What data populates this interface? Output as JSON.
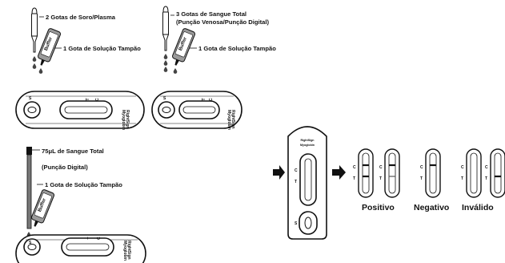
{
  "panel_a": {
    "dropper_label": "2 Gotas de Soro/Plasma",
    "buffer_label": "1 Gota de Solução Tampão",
    "bottle_label": "Buffer",
    "cassette": {
      "brand": "RightSign",
      "product": "Myoglobin",
      "well": "S",
      "test_mark": "T",
      "control_mark": "C"
    }
  },
  "panel_b": {
    "dropper_label_line1": "3 Gotas de Sangue Total",
    "dropper_label_line2": "(Punção Venosa/Punção Digital)",
    "buffer_label": "1 Gota de Solução Tampão",
    "bottle_label": "Buffer",
    "cassette": {
      "brand": "RightSign",
      "product": "Myoglobin",
      "well": "S",
      "test_mark": "T",
      "control_mark": "C"
    }
  },
  "panel_c": {
    "capillary_label_line1": "75μL de Sangue Total",
    "capillary_label_line2": "(Punção Digital)",
    "buffer_label": "1 Gota de Solução Tampão",
    "bottle_label": "Buffer",
    "cassette": {
      "brand": "RightSign",
      "product": "Myoglobin",
      "well": "S",
      "test_mark": "T",
      "control_mark": "C"
    }
  },
  "reading": {
    "cassette": {
      "brand": "RightSign",
      "product": "Myoglobin",
      "well": "S",
      "control_mark": "C",
      "test_mark": "T"
    },
    "strip_marks": {
      "control": "C",
      "test": "T"
    },
    "results": {
      "positive": "Positivo",
      "negative": "Negativo",
      "invalid": "Inválido"
    }
  }
}
